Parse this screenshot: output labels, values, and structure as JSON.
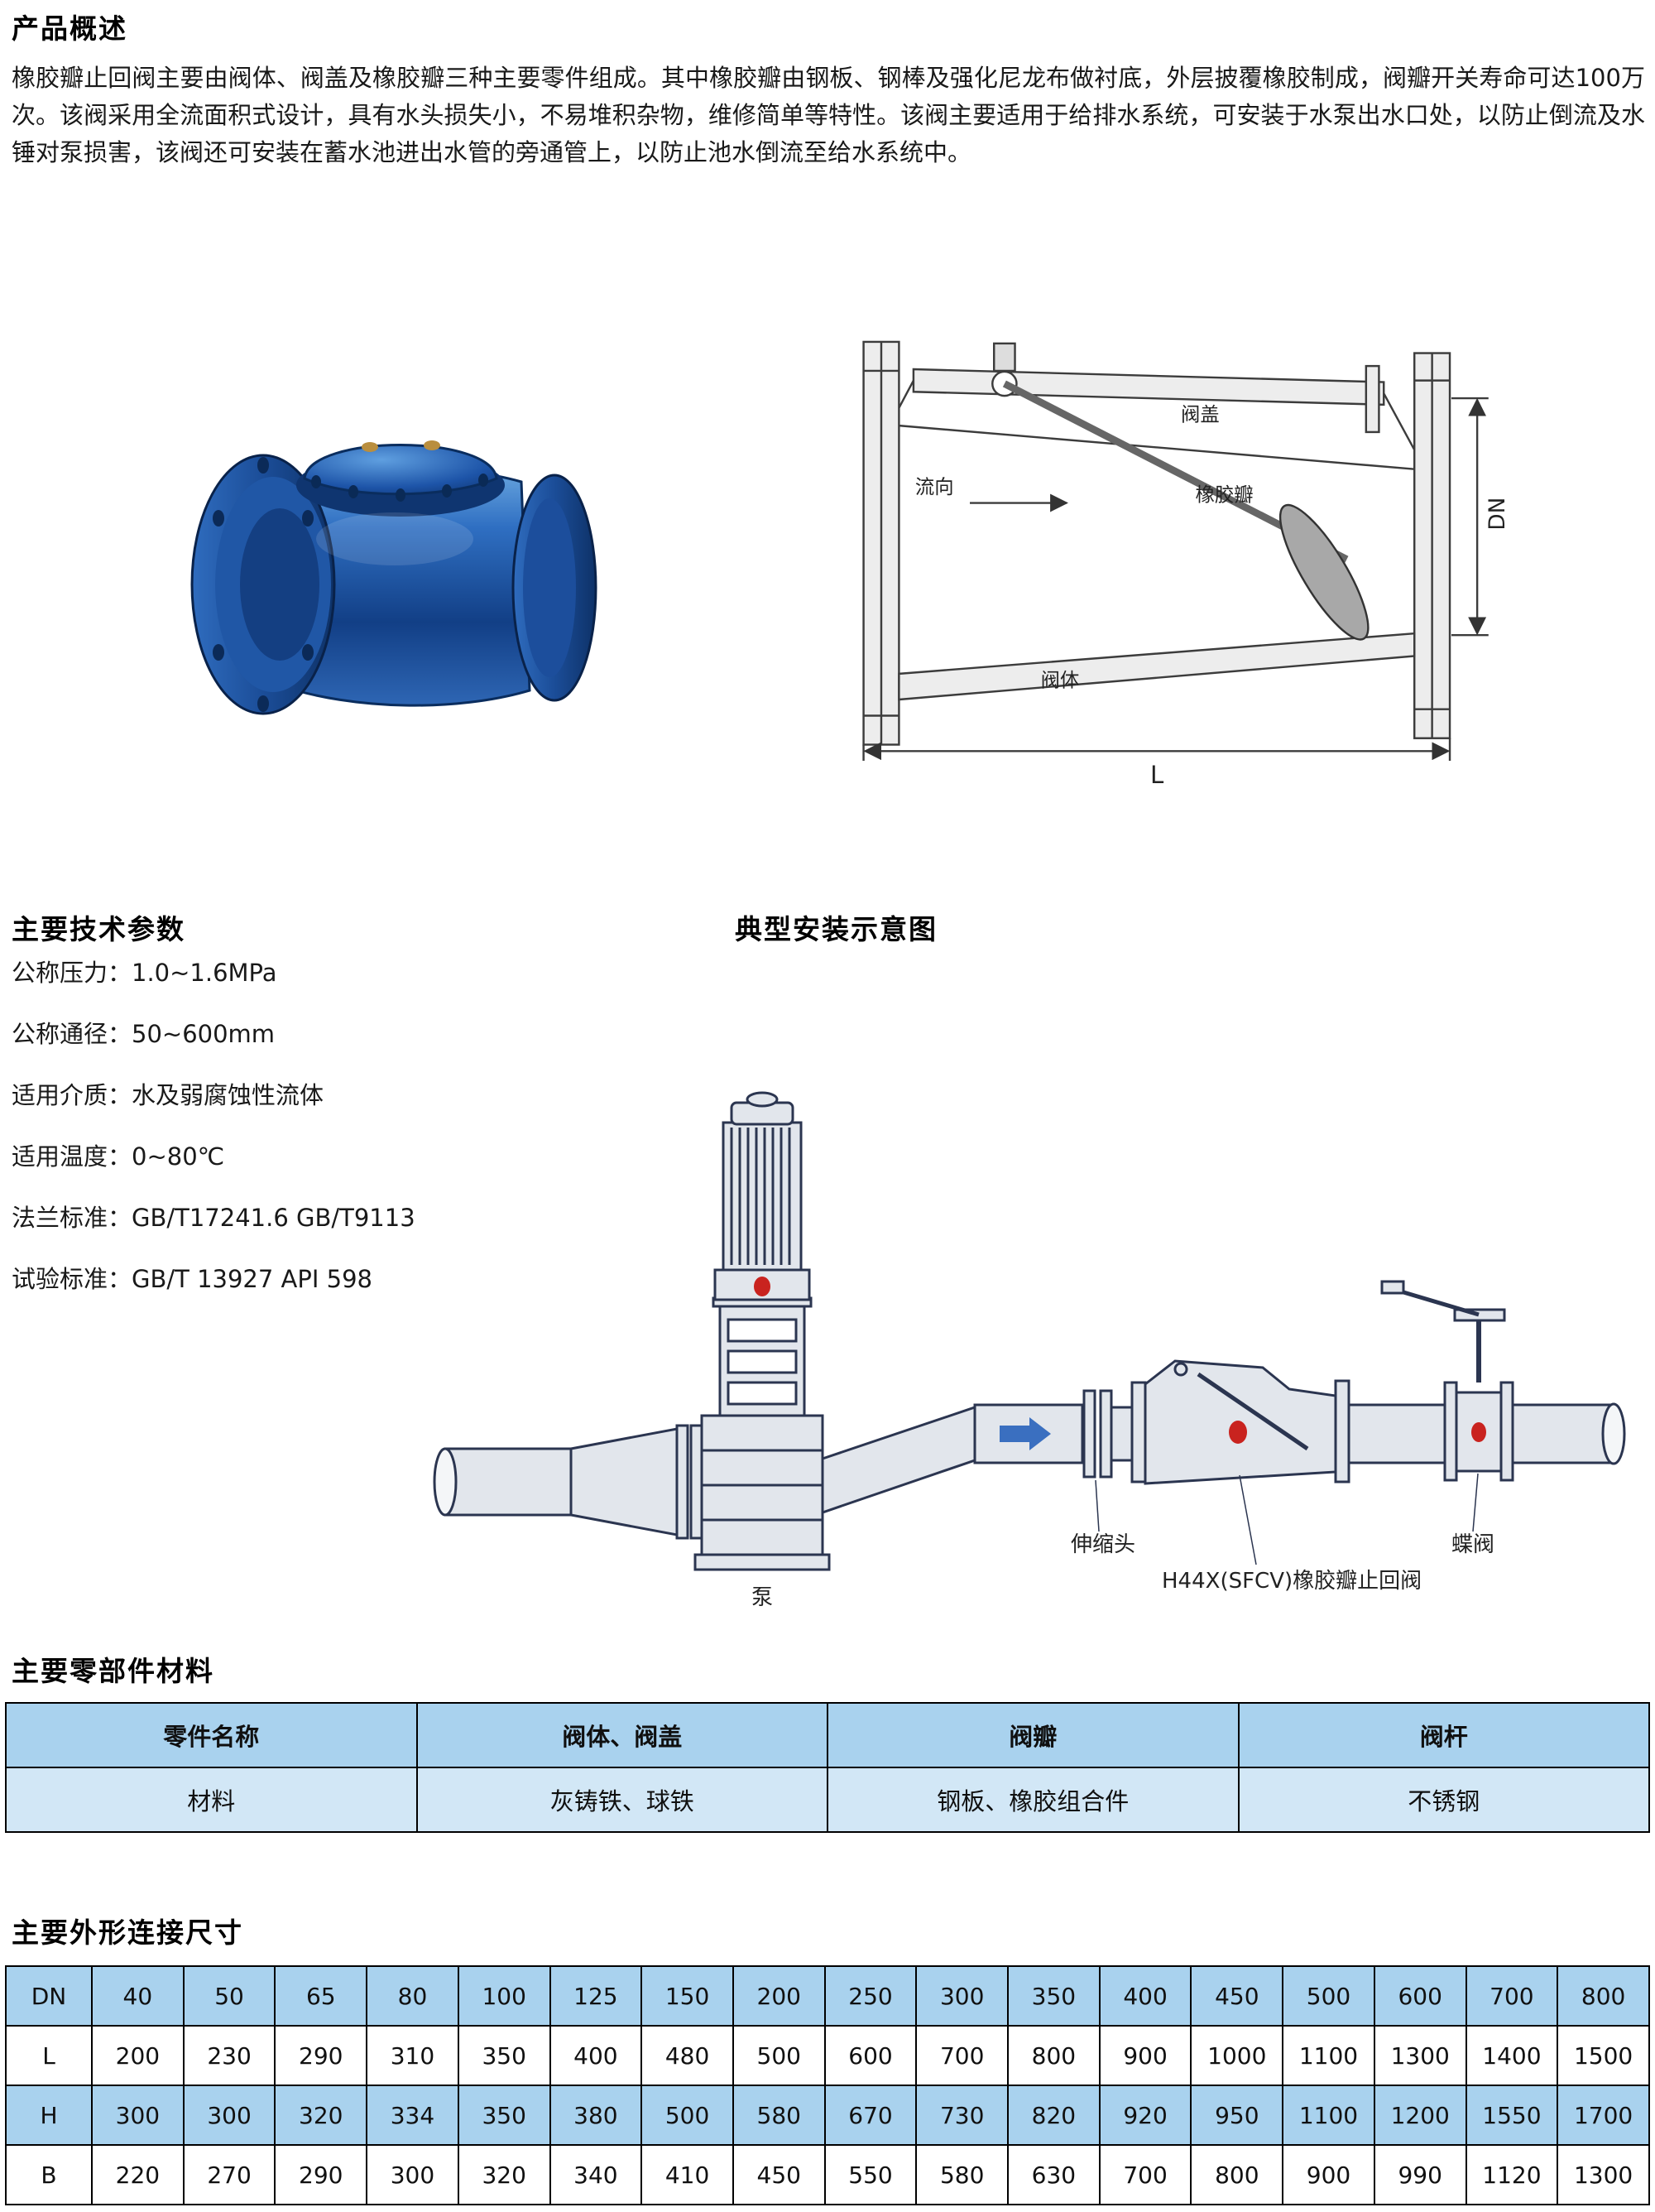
{
  "overview": {
    "title": "产品概述",
    "body": "橡胶瓣止回阀主要由阀体、阀盖及橡胶瓣三种主要零件组成。其中橡胶瓣由钢板、钢棒及强化尼龙布做衬底，外层披覆橡胶制成，阀瓣开关寿命可达100万次。该阀采用全流面积式设计，具有水头损失小，不易堆积杂物，维修简单等特性。该阀主要适用于给排水系统，可安装于水泵出水口处，以防止倒流及水锤对泵损害，该阀还可安装在蓄水池进出水管的旁通管上，以防止池水倒流至给水系统中。"
  },
  "drawing": {
    "label_cover": "阀盖",
    "label_flow": "流向",
    "label_rubber_disc": "橡胶瓣",
    "label_body": "阀体",
    "dim_dn": "DN",
    "dim_l": "L"
  },
  "tech_params": {
    "title": "主要技术参数",
    "items": [
      "公称压力：1.0~1.6MPa",
      "公称通径：50~600mm",
      "适用介质：水及弱腐蚀性流体",
      "适用温度：0~80℃",
      "法兰标准：GB/T17241.6  GB/T9113",
      "试验标准：GB/T 13927  API 598"
    ]
  },
  "installation": {
    "title": "典型安装示意图",
    "label_expansion_joint": "伸缩头",
    "label_check_valve": "H44X(SFCV)橡胶瓣止回阀",
    "label_butterfly_valve": "蝶阀",
    "label_pump": "泵"
  },
  "materials": {
    "title": "主要零部件材料",
    "headers": [
      "零件名称",
      "阀体、阀盖",
      "阀瓣",
      "阀杆"
    ],
    "rows": [
      [
        "材料",
        "灰铸铁、球铁",
        "钢板、橡胶组合件",
        "不锈钢"
      ]
    ]
  },
  "dimensions": {
    "title": "主要外形连接尺寸",
    "rows": [
      {
        "label": "DN",
        "values": [
          "40",
          "50",
          "65",
          "80",
          "100",
          "125",
          "150",
          "200",
          "250",
          "300",
          "350",
          "400",
          "450",
          "500",
          "600",
          "700",
          "800"
        ]
      },
      {
        "label": "L",
        "values": [
          "200",
          "230",
          "290",
          "310",
          "350",
          "400",
          "480",
          "500",
          "600",
          "700",
          "800",
          "900",
          "1000",
          "1100",
          "1300",
          "1400",
          "1500"
        ]
      },
      {
        "label": "H",
        "values": [
          "300",
          "300",
          "320",
          "334",
          "350",
          "380",
          "500",
          "580",
          "670",
          "730",
          "820",
          "920",
          "950",
          "1100",
          "1200",
          "1550",
          "1700"
        ]
      },
      {
        "label": "B",
        "values": [
          "220",
          "270",
          "290",
          "300",
          "320",
          "340",
          "410",
          "450",
          "550",
          "580",
          "630",
          "700",
          "800",
          "900",
          "990",
          "1120",
          "1300"
        ]
      }
    ]
  },
  "colors": {
    "table_blue": "#a9d2ee",
    "table_blue_light": "#d2e7f6",
    "accent_red": "#c9231f",
    "diagram_ink": "#2b3550",
    "drawing_ink": "#3c3c3c",
    "valve_blue": "#1c55a8"
  }
}
